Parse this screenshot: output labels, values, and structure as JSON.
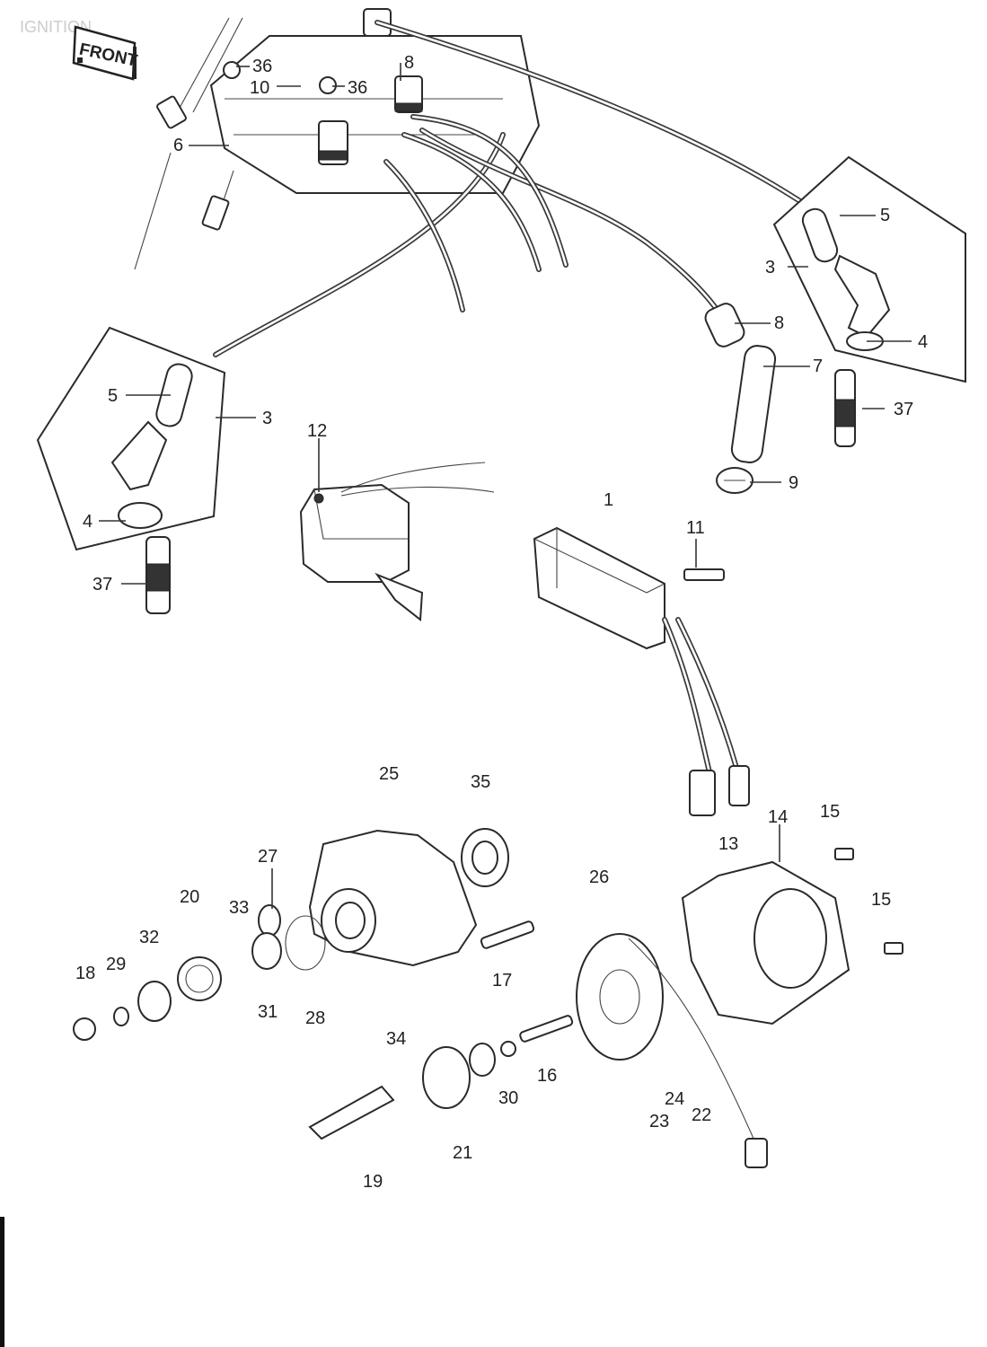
{
  "header": {
    "section_title": "IGNITION",
    "front_badge": "FRONT"
  },
  "labels": {
    "l36a": "36",
    "l10": "10",
    "l36b": "36",
    "l8a": "8",
    "l6": "6",
    "l5a": "5",
    "l3a": "3",
    "l4a": "4",
    "l37a": "37",
    "l8b": "8",
    "l7": "7",
    "l9": "9",
    "l5b": "5",
    "l3b": "3",
    "l4b": "4",
    "l37b": "37",
    "l12": "12",
    "l1": "1",
    "l11": "11",
    "l13": "13",
    "l25": "25",
    "l35": "35",
    "l14": "14",
    "l15a": "15",
    "l15b": "15",
    "l27": "27",
    "l33": "33",
    "l20": "20",
    "l32": "32",
    "l29": "29",
    "l18": "18",
    "l31": "31",
    "l28": "28",
    "l17": "17",
    "l26": "26",
    "l34": "34",
    "l30": "30",
    "l16": "16",
    "l24": "24",
    "l22": "22",
    "l23": "23",
    "l21": "21",
    "l19": "19"
  }
}
